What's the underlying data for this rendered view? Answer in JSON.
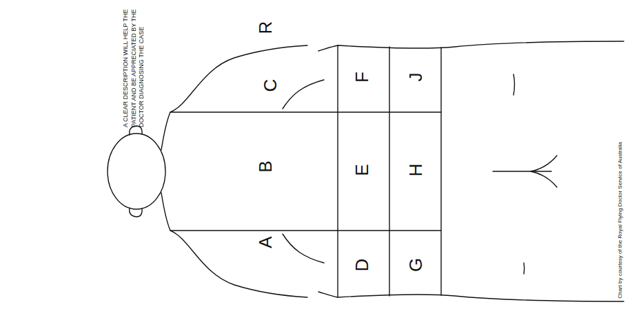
{
  "diagram": {
    "caption": "Chart by courtesy of the Royal Flying Doctor Service of Australia",
    "labels": [
      "A CLEAR DESCRIPTION WILL HELP THE PATIENT AND BE APPRECIATED BY THE DOCTOR DIAGNOSING THE CASE",
      "R",
      "C",
      "B",
      "A",
      "F",
      "E",
      "D",
      "J",
      "H",
      "G"
    ]
  }
}
